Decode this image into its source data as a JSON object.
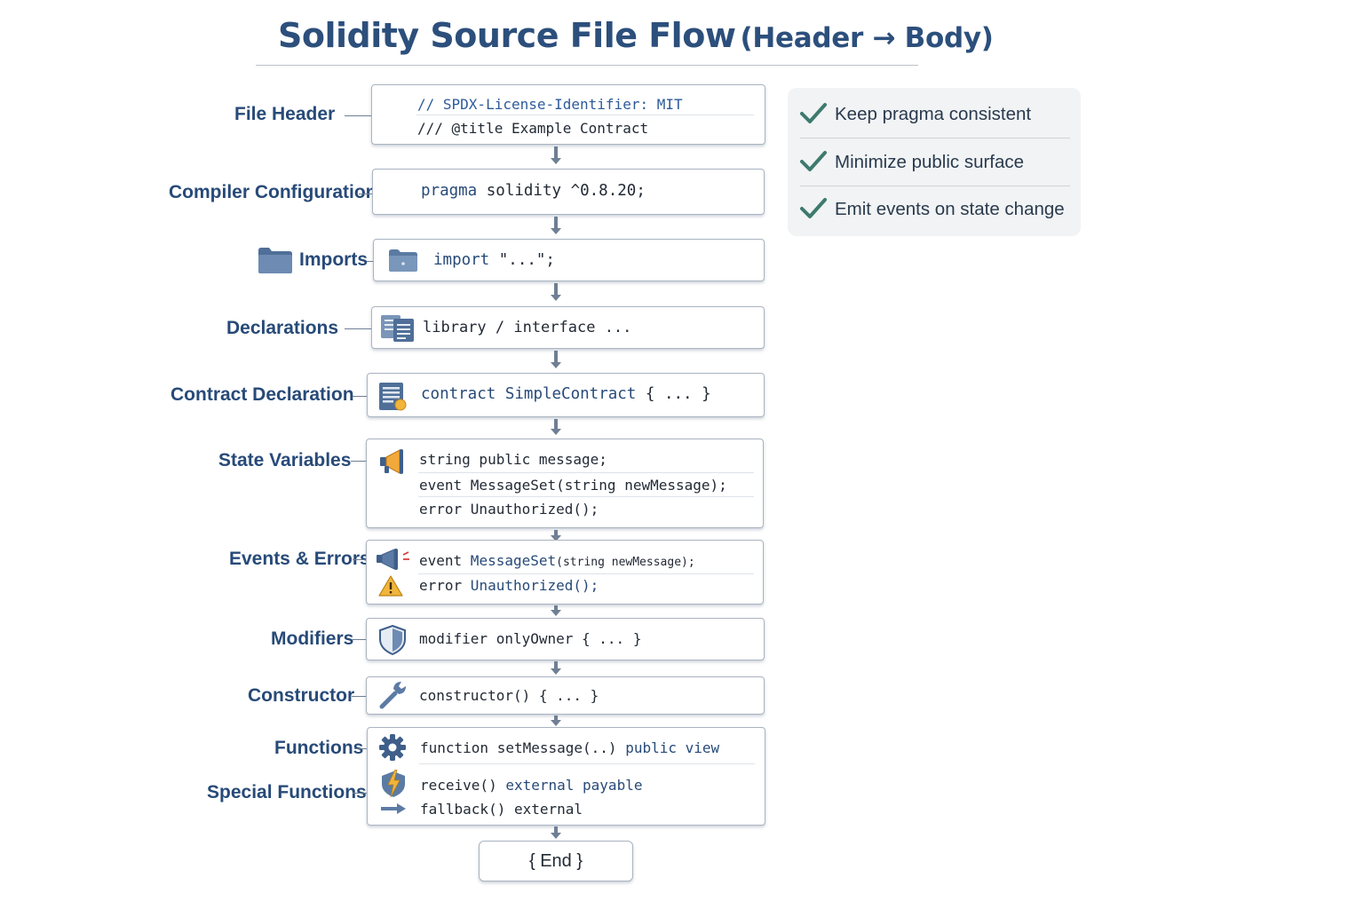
{
  "title": {
    "main": "Solidity Source File Flow",
    "sub": "(Header → Body)"
  },
  "stages": {
    "file_header": {
      "label": "File Header",
      "line1": "// SPDX-License-Identifier: MIT",
      "line2": "/// @title Example Contract"
    },
    "compiler": {
      "label": "Compiler Configuration",
      "kw": "pragma",
      "rest": " solidity ^0.8.20;"
    },
    "imports": {
      "label": "Imports",
      "kw": "import",
      "rest": " \"...\";"
    },
    "declarations": {
      "label": "Declarations",
      "code": "library / interface ..."
    },
    "contract": {
      "label": "Contract Declaration",
      "kw": "contract",
      "name": " SimpleContract",
      "rest": " { ... }"
    },
    "state_vars": {
      "label": "State Variables",
      "line1": "string public message;",
      "line2": "event MessageSet(string newMessage);",
      "line3": "error Unauthorized();"
    },
    "events_errors": {
      "label": "Events & Errors",
      "ev_kw": "event",
      "ev_name": " MessageSet",
      "ev_args": "(string newMessage);",
      "err_kw": "error",
      "err_rest": " Unauthorized();"
    },
    "modifiers": {
      "label": "Modifiers",
      "kw": "modifier",
      "rest": " onlyOwner { ... }"
    },
    "constructor": {
      "label": "Constructor",
      "code": "constructor() { ... }"
    },
    "functions": {
      "label": "Functions",
      "kw": "function",
      "rest": " setMessage(..)",
      "tail": " public view"
    },
    "special": {
      "label": "Special Functions",
      "recv": "receive()",
      "recv_tail": " external payable",
      "fallback": "fallback() external"
    }
  },
  "end_label": "{ End }",
  "tips": [
    {
      "text": "Keep pragma consistent"
    },
    {
      "text": "Minimize public surface"
    },
    {
      "text": "Emit events on state change"
    }
  ],
  "colors": {
    "accent": "#274a78",
    "check": "#3d7a6e",
    "panel": "#f1f3f4"
  },
  "icons": [
    "folder-icon",
    "folder-small-icon",
    "documents-icon",
    "contract-document-icon",
    "megaphone-icon",
    "warning-icon",
    "shield-icon",
    "wrench-icon",
    "gear-icon",
    "lightning-shield-icon",
    "arrow-right-icon",
    "checkmark-icon"
  ]
}
